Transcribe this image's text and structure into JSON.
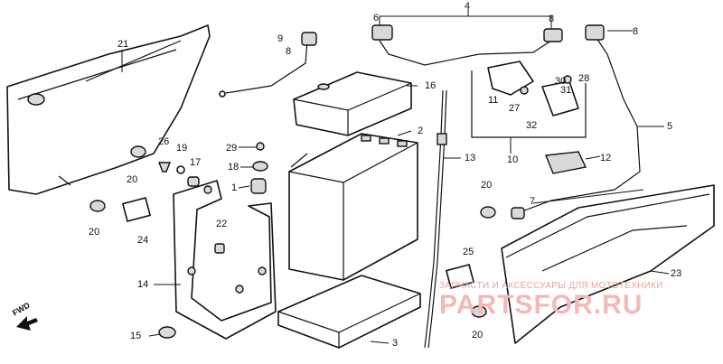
{
  "callouts": {
    "c1": "1",
    "c2": "2",
    "c3": "3",
    "c4": "4",
    "c5": "5",
    "c6": "6",
    "c7": "7",
    "c8a": "8",
    "c8b": "8",
    "c8c": "8",
    "c9": "9",
    "c10": "10",
    "c11": "11",
    "c12": "12",
    "c13": "13",
    "c14": "14",
    "c15": "15",
    "c16": "16",
    "c17": "17",
    "c18": "18",
    "c19": "19",
    "c20a": "20",
    "c20b": "20",
    "c20c": "20",
    "c20d": "20",
    "c21": "21",
    "c22": "22",
    "c23": "23",
    "c24": "24",
    "c25": "25",
    "c26": "26",
    "c27": "27",
    "c28": "28",
    "c29": "29",
    "c30": "30",
    "c31": "31",
    "c32": "32"
  },
  "fwd_label": "FWD",
  "watermark": {
    "subtitle": "ЗАПЧАСТИ И АКСЕССУАРЫ ДЛЯ МОТОТЕХНИКИ",
    "brand": "PARTSFOR.RU"
  }
}
